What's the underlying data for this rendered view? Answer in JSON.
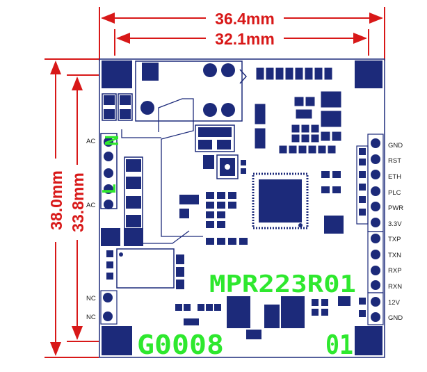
{
  "dimensions": {
    "overall_width": "36.4mm",
    "inner_width": "32.1mm",
    "overall_height": "38.0mm",
    "inner_height": "33.8mm"
  },
  "left_labels": {
    "ac_top": "AC",
    "ac_bottom": "AC",
    "nc_top": "NC",
    "nc_bottom": "NC"
  },
  "right_pins": [
    "GND",
    "RST",
    "ETH",
    "PLC",
    "PWR",
    "3.3V",
    "TXP",
    "TXN",
    "RXP",
    "RXN",
    "12V",
    "GND"
  ],
  "silkscreen": {
    "model": "MPR223R01",
    "code": "G0008",
    "rev": "01",
    "n_label": "N",
    "l_label": "L"
  },
  "colors": {
    "dimension": "#d81818",
    "board_outline": "#1c2a7a",
    "copper": "#1c2a7a",
    "silkscreen": "#2ee82e"
  }
}
